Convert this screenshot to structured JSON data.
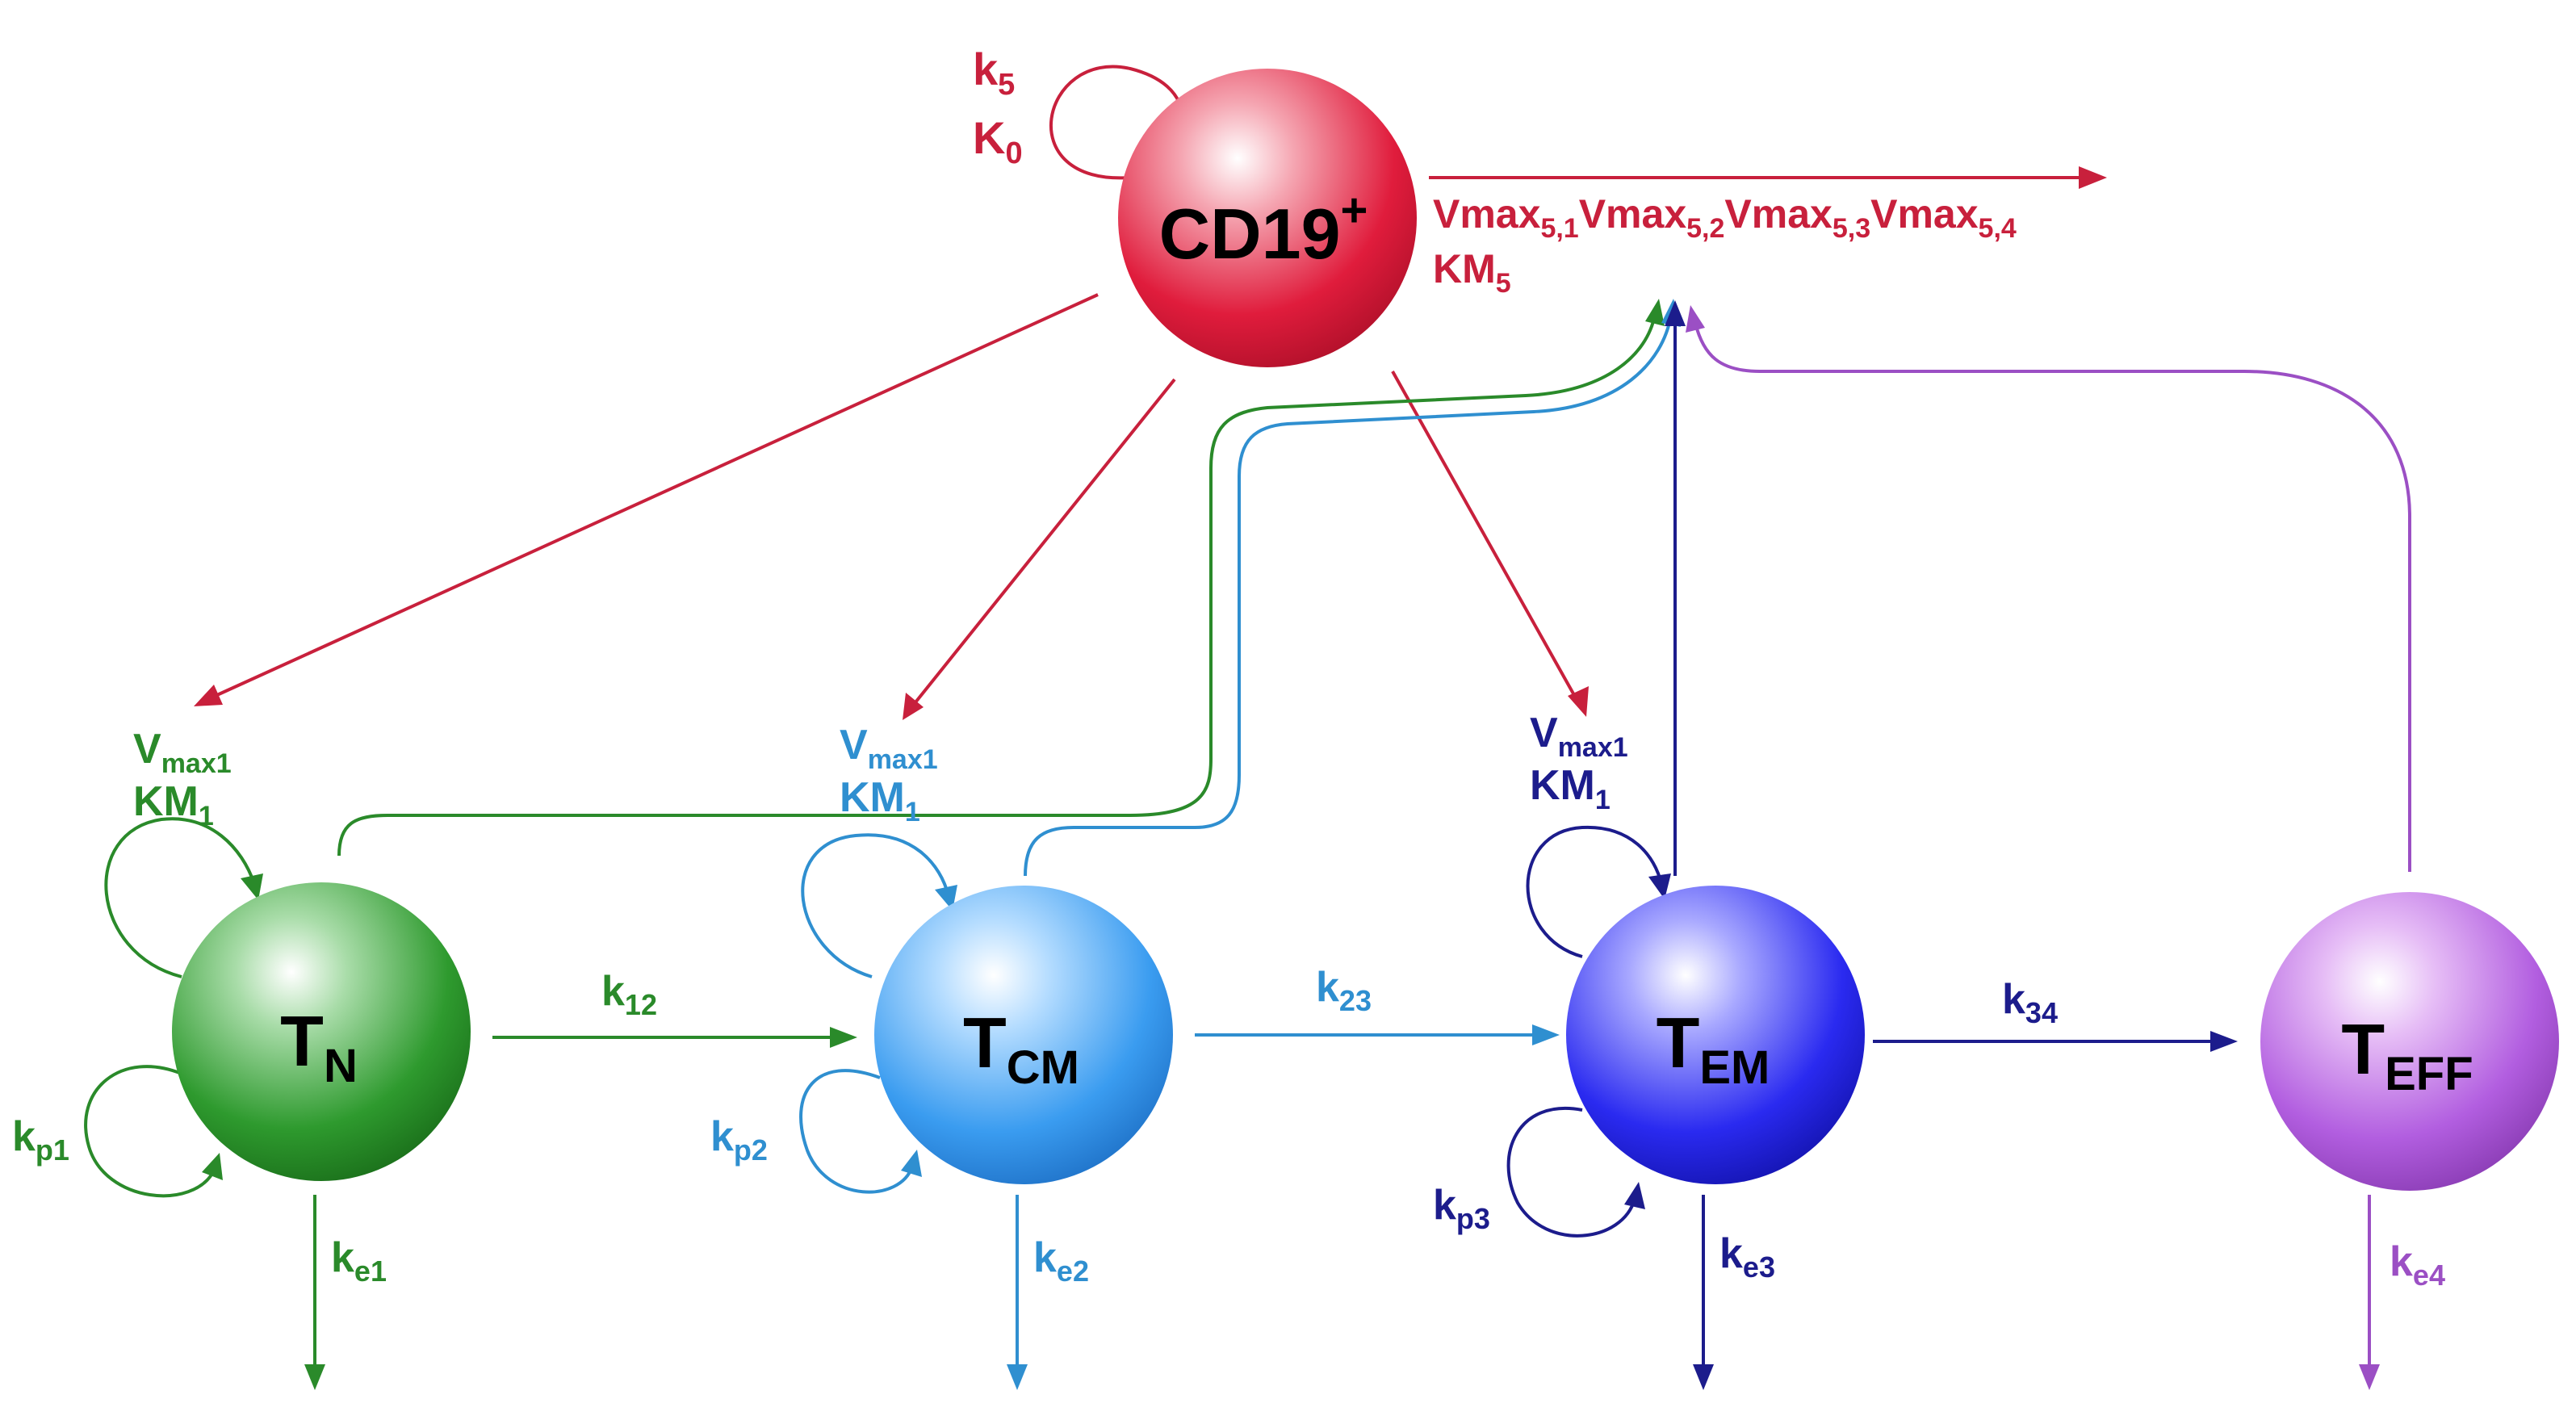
{
  "colors": {
    "cd19": "#c8203c",
    "tn": "#2a8a2a",
    "tcm": "#2f8fd0",
    "tem": "#1c1c8c",
    "teff": "#9b4fc4",
    "node_text": "#000000"
  },
  "nodes": {
    "cd19": {
      "main": "CD19",
      "sup": "+"
    },
    "tn": {
      "main": "T",
      "sub": "N"
    },
    "tcm": {
      "main": "T",
      "sub": "CM"
    },
    "tem": {
      "main": "T",
      "sub": "EM"
    },
    "teff": {
      "main": "T",
      "sub": "EFF"
    }
  },
  "labels": {
    "cd19_k5": {
      "main": "k",
      "sub": "5"
    },
    "cd19_K0": {
      "main": "K",
      "sub": "0"
    },
    "vmax_5_1": {
      "main": "Vmax",
      "sub": "5,1"
    },
    "vmax_5_2": {
      "main": "Vmax",
      "sub": "5,2"
    },
    "vmax_5_3": {
      "main": "Vmax",
      "sub": "5,3"
    },
    "vmax_5_4": {
      "main": "Vmax",
      "sub": "5,4"
    },
    "km5": {
      "main": "KM",
      "sub": "5"
    },
    "tn_vmax": {
      "main": "V",
      "sub": "max1"
    },
    "tn_km": {
      "main": "KM",
      "sub": "1"
    },
    "tcm_vmax": {
      "main": "V",
      "sub": "max1"
    },
    "tcm_km": {
      "main": "KM",
      "sub": "1"
    },
    "tem_vmax": {
      "main": "V",
      "sub": "max1"
    },
    "tem_km": {
      "main": "KM",
      "sub": "1"
    },
    "k12": {
      "main": "k",
      "sub": "12"
    },
    "k23": {
      "main": "k",
      "sub": "23"
    },
    "k34": {
      "main": "k",
      "sub": "34"
    },
    "kp1": {
      "main": "k",
      "sub": "p1"
    },
    "kp2": {
      "main": "k",
      "sub": "p2"
    },
    "kp3": {
      "main": "k",
      "sub": "p3"
    },
    "ke1": {
      "main": "k",
      "sub": "e1"
    },
    "ke2": {
      "main": "k",
      "sub": "e2"
    },
    "ke3": {
      "main": "k",
      "sub": "e3"
    },
    "ke4": {
      "main": "k",
      "sub": "e4"
    }
  }
}
